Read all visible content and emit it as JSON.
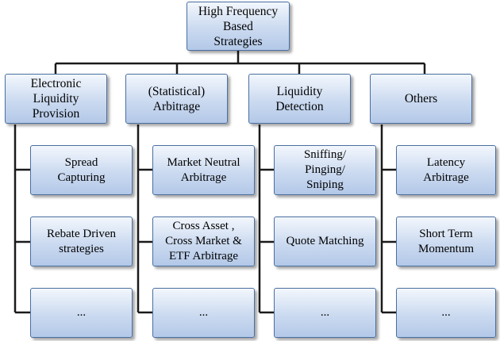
{
  "diagram": {
    "root": {
      "label": "High Frequency\nBased\nStrategies"
    },
    "columns": [
      {
        "header": "Electronic\nLiquidity\nProvision",
        "items": [
          "Spread\nCapturing",
          "Rebate Driven\nstrategies",
          "..."
        ]
      },
      {
        "header": "(Statistical)\nArbitrage",
        "items": [
          "Market Neutral\nArbitrage",
          "Cross Asset ,\nCross Market &\nETF Arbitrage",
          "..."
        ]
      },
      {
        "header": "Liquidity\nDetection",
        "items": [
          "Sniffing/\nPinging/\nSniping",
          "Quote Matching",
          "..."
        ]
      },
      {
        "header": "Others",
        "items": [
          "Latency\nArbitrage",
          "Short Term\nMomentum",
          "..."
        ]
      }
    ],
    "colors": {
      "box_border": "#4a6fa0",
      "box_fill_top": "#f3f7fd",
      "box_fill_bottom": "#b3c8e8",
      "connector": "#1a1a1a"
    }
  }
}
